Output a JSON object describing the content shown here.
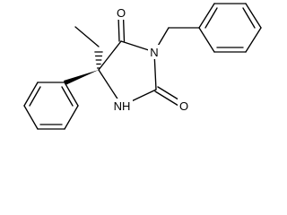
{
  "molecule": {
    "atoms": {
      "o_top": "O",
      "n_ring": "N",
      "nh": "NH",
      "o_bottom": "O"
    }
  }
}
